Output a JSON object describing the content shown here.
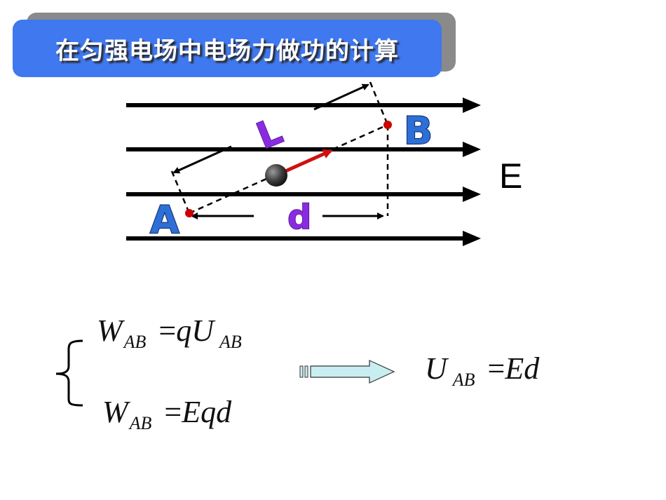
{
  "title": "在匀强电场中电场力做功的计算",
  "diagram": {
    "field_label": "E",
    "point_a": "A",
    "point_b": "B",
    "length_label": "L",
    "distance_label": "d"
  },
  "equations": {
    "eq1": {
      "lhs": "W",
      "lhs_sub": "AB",
      "op": "=",
      "rhs": "qU",
      "rhs_sub": "AB"
    },
    "eq2": {
      "lhs": "W",
      "lhs_sub": "AB",
      "op": "=",
      "rhs": "Eqd"
    },
    "result": {
      "lhs": "U",
      "lhs_sub": "AB",
      "op": "=",
      "rhs": "Ed"
    }
  },
  "colors": {
    "title_bg": "#3f78ef",
    "title_shadow": "#8a8a8a",
    "label_blue": "#2d6fd6",
    "label_purple": "#8a2be2",
    "force_arrow": "#d01010",
    "point_dot": "#cc0000",
    "implies_arrow_fill": "#c9eef2"
  }
}
